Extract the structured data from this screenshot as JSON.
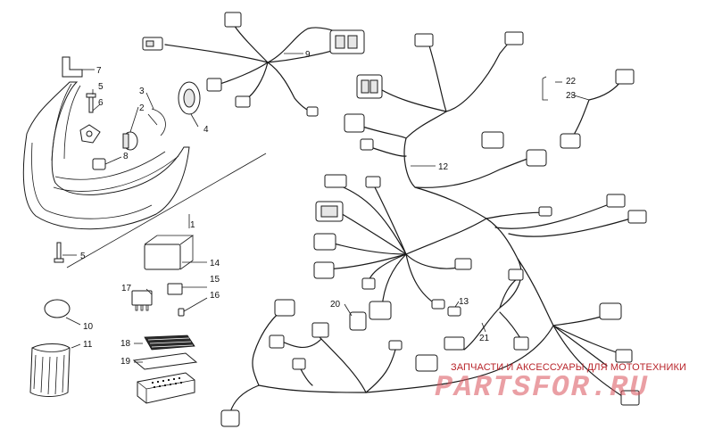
{
  "diagram": {
    "callouts": [
      "1",
      "2",
      "3",
      "4",
      "5",
      "5",
      "6",
      "7",
      "8",
      "9",
      "10",
      "11",
      "12",
      "13",
      "14",
      "15",
      "16",
      "17",
      "18",
      "19",
      "20",
      "21",
      "22",
      "23"
    ]
  },
  "watermark": {
    "top_text": "ЗАПЧАСТИ И АКСЕССУАРЫ ДЛЯ МОТОТЕХНИКИ",
    "brand_text": "PARTSFOR.RU",
    "color": "#d9515a"
  },
  "colors": {
    "line": "#1a1a1a",
    "watermark_red": "#b8242a"
  }
}
